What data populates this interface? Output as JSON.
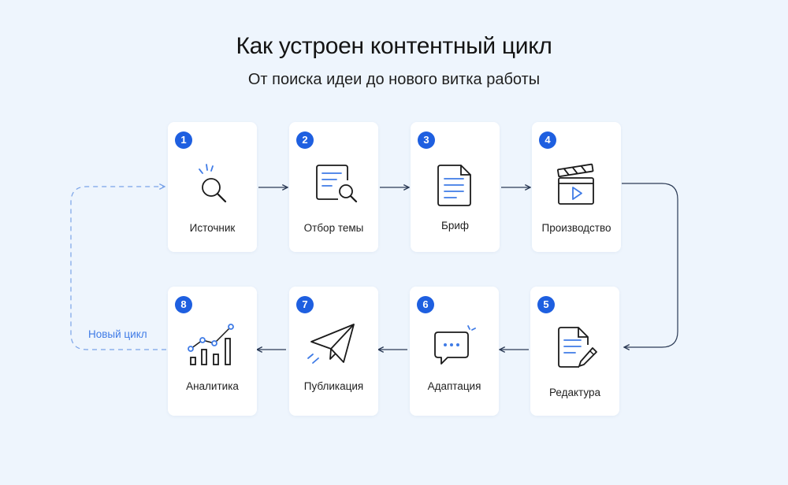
{
  "header": {
    "title": "Как устроен контентный цикл",
    "subtitle": "От поиска идеи до нового витка работы"
  },
  "colors": {
    "accent": "#1e5fe0",
    "icon_blue": "#3f7be6",
    "background": "#eef5fd"
  },
  "steps": [
    {
      "number": "1",
      "label": "Источник",
      "icon": "search-icon"
    },
    {
      "number": "2",
      "label": "Отбор темы",
      "icon": "document-search-icon"
    },
    {
      "number": "3",
      "label": "Бриф",
      "icon": "document-icon"
    },
    {
      "number": "4",
      "label": "Производство",
      "icon": "clapperboard-icon"
    },
    {
      "number": "5",
      "label": "Редактура",
      "icon": "document-edit-icon"
    },
    {
      "number": "6",
      "label": "Адаптация",
      "icon": "chat-bubble-icon"
    },
    {
      "number": "7",
      "label": "Публикация",
      "icon": "paper-plane-icon"
    },
    {
      "number": "8",
      "label": "Аналитика",
      "icon": "analytics-chart-icon"
    }
  ],
  "loop": {
    "label": "Новый цикл"
  }
}
